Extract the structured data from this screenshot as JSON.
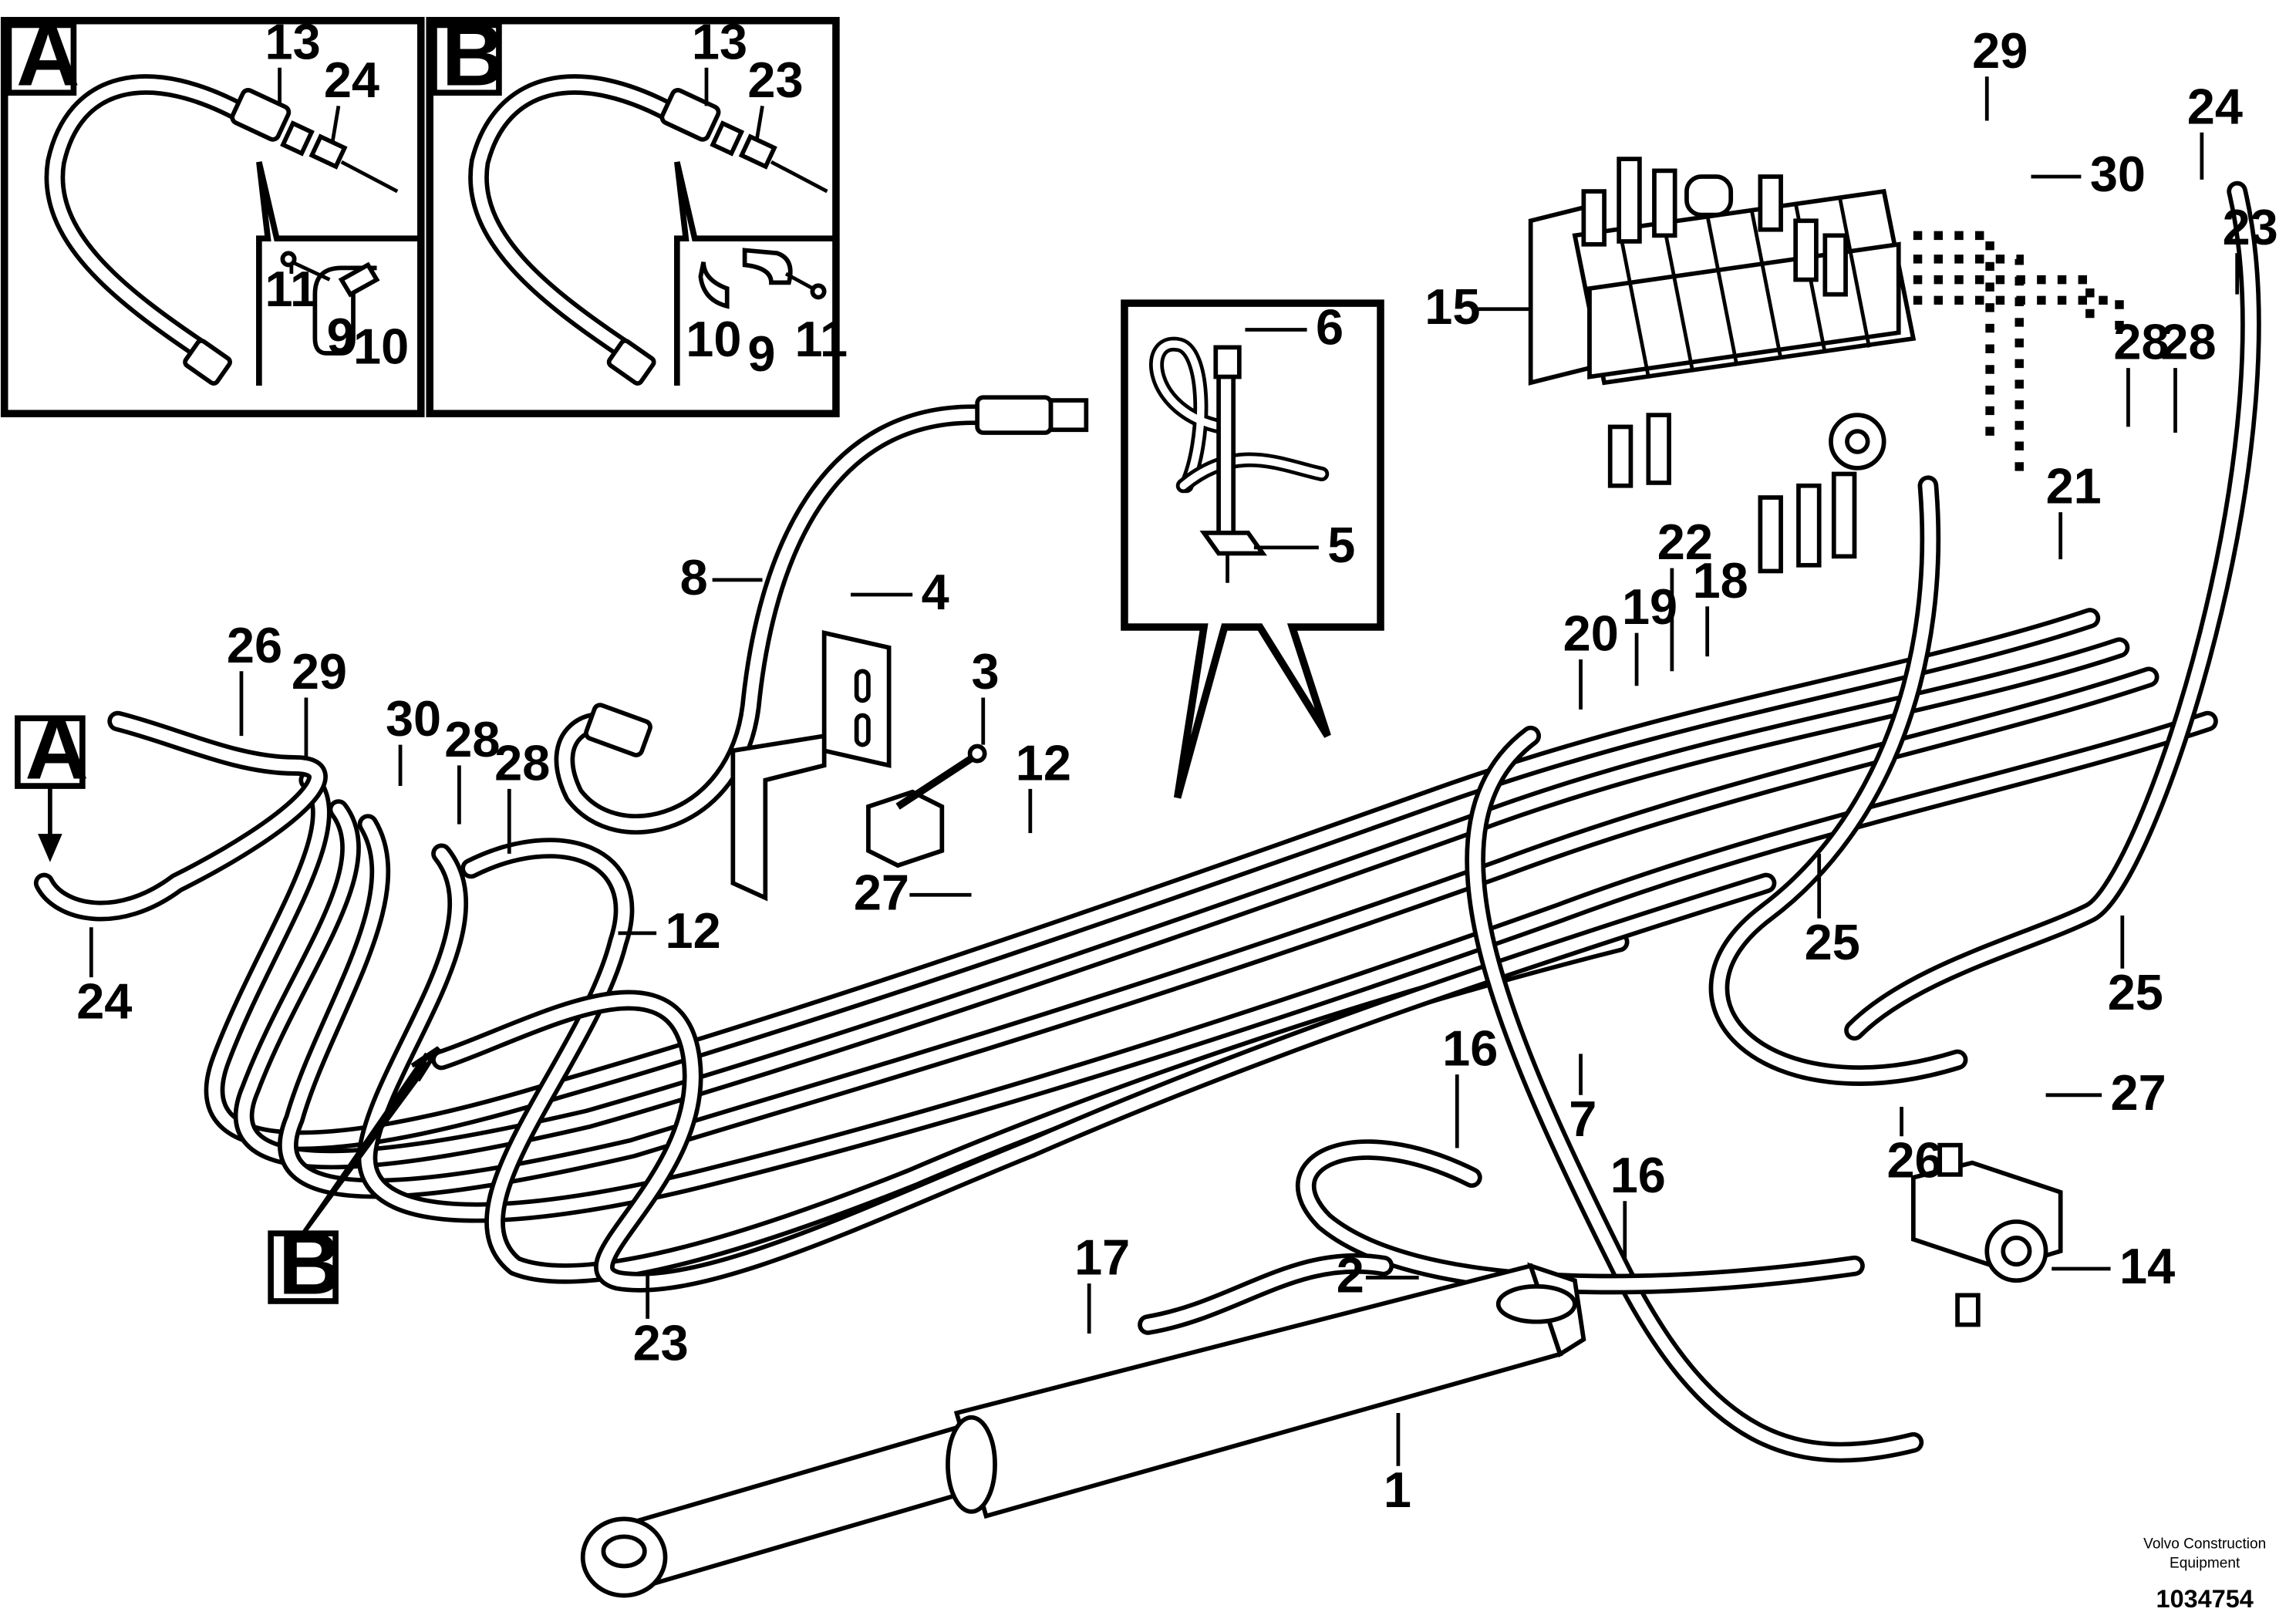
{
  "insets": {
    "a": {
      "letter": "A",
      "labels": [
        "13",
        "24",
        "11",
        "9",
        "10"
      ]
    },
    "b": {
      "letter": "B",
      "labels": [
        "13",
        "23",
        "10",
        "9",
        "11"
      ]
    }
  },
  "callouts": {
    "a": "A",
    "b": "B"
  },
  "labels": {
    "l1": "1",
    "l2": "2",
    "l3": "3",
    "l4": "4",
    "l5": "5",
    "l6": "6",
    "l7": "7",
    "l8": "8",
    "l12a": "12",
    "l12b": "12",
    "l14": "14",
    "l15": "15",
    "l16a": "16",
    "l16b": "16",
    "l17": "17",
    "l18": "18",
    "l19": "19",
    "l20": "20",
    "l21": "21",
    "l22": "22",
    "l23a": "23",
    "l23b": "23",
    "l24a": "24",
    "l24b": "24",
    "l25a": "25",
    "l25b": "25",
    "l26a": "26",
    "l26b": "26",
    "l27a": "27",
    "l27b": "27",
    "l28a": "28",
    "l28b": "28",
    "l28c": "28",
    "l28d": "28",
    "l29a": "29",
    "l29b": "29",
    "l30a": "30",
    "l30b": "30"
  },
  "footer": {
    "company_line1": "Volvo Construction",
    "company_line2": "Equipment",
    "drawing_number": "1034754"
  }
}
